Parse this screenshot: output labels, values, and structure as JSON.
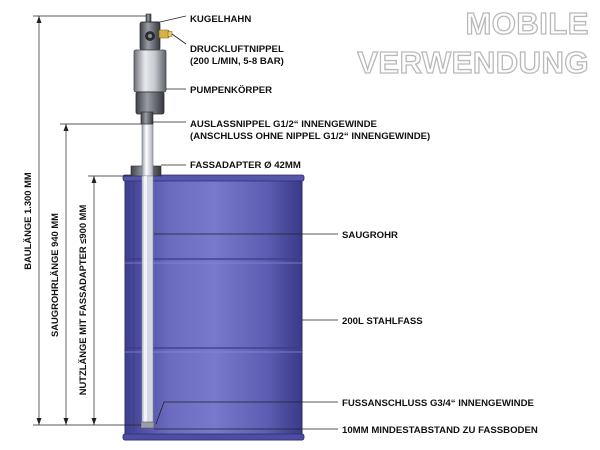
{
  "title": {
    "line1": "MOBILE",
    "line2": "VERWENDUNG"
  },
  "labels": {
    "ball_valve": "KUGELHAHN",
    "air_nipple_line1": "DRUCKLUFTNIPPEL",
    "air_nipple_line2": "(200 L/MIN, 5-8 BAR)",
    "pump_body": "PUMPENKÖRPER",
    "outlet_line1": "AUSLASSNIPPEL G1/2“ INNENGEWINDE",
    "outlet_line2": "(ANSCHLUSS OHNE NIPPEL G1/2“ INNENGEWINDE)",
    "drum_adapter": "FASSADAPTER Ø 42MM",
    "suction_tube": "SAUGROHR",
    "drum": "200L STAHLFASS",
    "foot_connection": "FUSSANSCHLUSS G3/4“ INNENGEWINDE",
    "min_distance": "10MM MINDESTABSTAND ZU FASSBODEN"
  },
  "dimensions": {
    "build_length": "BAULÄNGE 1.300 MM",
    "suction_length": "SAUGROHRLÄNGE 940 MM",
    "usable_length": "NUTZLÄNGE MIT FASSADAPTER ≤900 MM"
  },
  "colors": {
    "drum": "#6f6fc4",
    "drum_dark": "#4f4fa6",
    "pump_metal": "#b9bcc2",
    "pump_dark": "#6d7078",
    "tube": "#e6e8ee",
    "brass": "#d8b04a",
    "title_outline": "#b9b9b9"
  }
}
